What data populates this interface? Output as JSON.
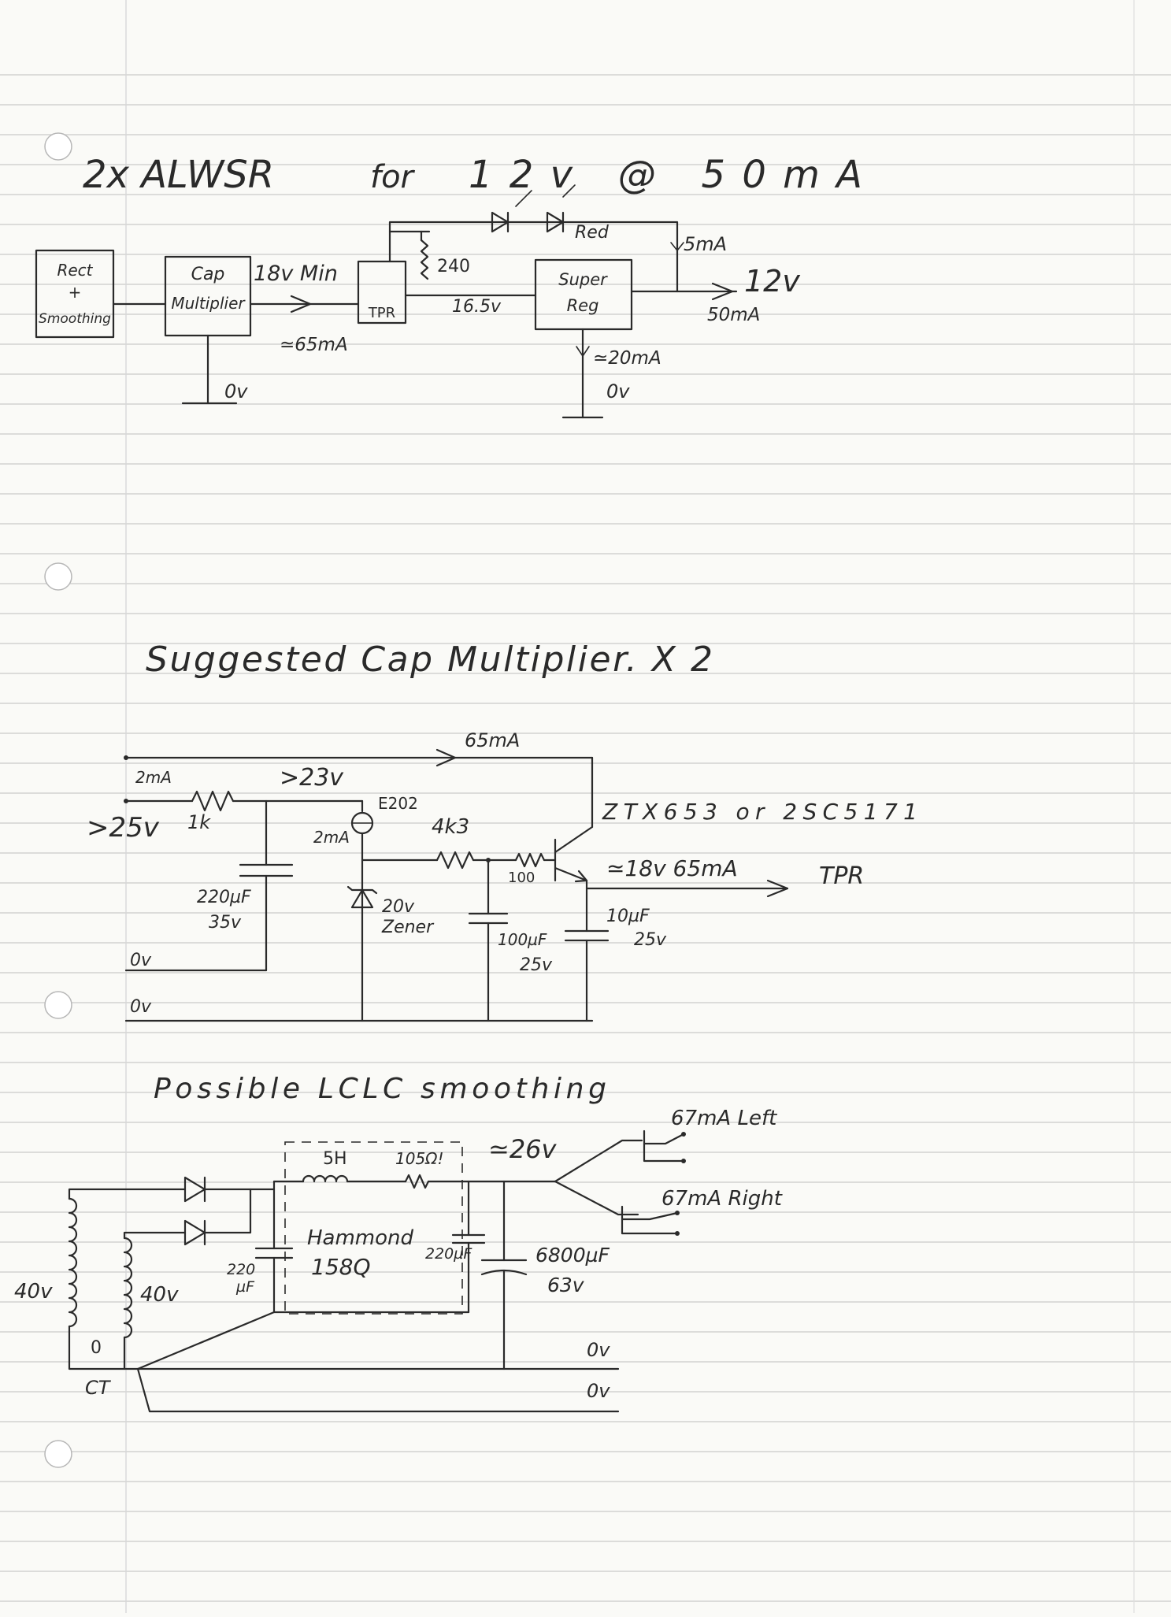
{
  "title": {
    "line": "2x ALWSR",
    "for": "for",
    "spec": "12v @ 50mA"
  },
  "block_diagram": {
    "rect_box_lines": [
      "Rect",
      "+",
      "Smoothing"
    ],
    "cap_multiplier_lines": [
      "Cap",
      "Multiplier"
    ],
    "label_18v_min": "18v Min",
    "label_65ma": "≃65mA",
    "label_0v_a": "0v",
    "tpr": "TPR",
    "r_240": "240",
    "label_16_5v": "16.5v",
    "super_reg_lines": [
      "Super",
      "Reg"
    ],
    "led_label": "Red",
    "label_5ma": "5mA",
    "out_voltage": "12v",
    "out_current": "50mA",
    "label_20ma": "≃20mA",
    "label_0v_b": "0v"
  },
  "cap_mult": {
    "heading": "Suggested Cap Multiplier. X 2",
    "label_65ma_top": "65mA",
    "label_2ma_in": "2mA",
    "label_23v": ">23v",
    "label_25v": ">25v",
    "r_1k": "1k",
    "c_220_value": "220µF",
    "c_220_voltage": "35v",
    "crd": "E202",
    "label_2ma_crd": "2mA",
    "r_4k3": "4k3",
    "r_100": "100",
    "transistor": "ZTX653  or  2SC5171",
    "out_label": "≃18v 65mA",
    "out_dest": "TPR",
    "c_10_value": "10µF",
    "c_10_voltage": "25v",
    "c_100_value": "100µF",
    "c_100_voltage": "25v",
    "zener_lines": [
      "20v",
      "Zener"
    ],
    "label_0v_1": "0v",
    "label_0v_2": "0v"
  },
  "lclc": {
    "heading": "Possible LCLC smoothing",
    "choke": "5H",
    "choke_r": "105Ω!",
    "label_26v": "≃26v",
    "out_left": "67mA  Left",
    "out_right": "67mA  Right",
    "hammond_lines": [
      "Hammond",
      "158Q"
    ],
    "c1_lines": [
      "220",
      "µF"
    ],
    "c2": "220µF",
    "c3_value": "6800µF",
    "c3_voltage": "63v",
    "winding_left": "40v",
    "winding_right": "40v",
    "tap": "0",
    "ct": "CT",
    "label_0v_1": "0v",
    "label_0v_2": "0v"
  }
}
